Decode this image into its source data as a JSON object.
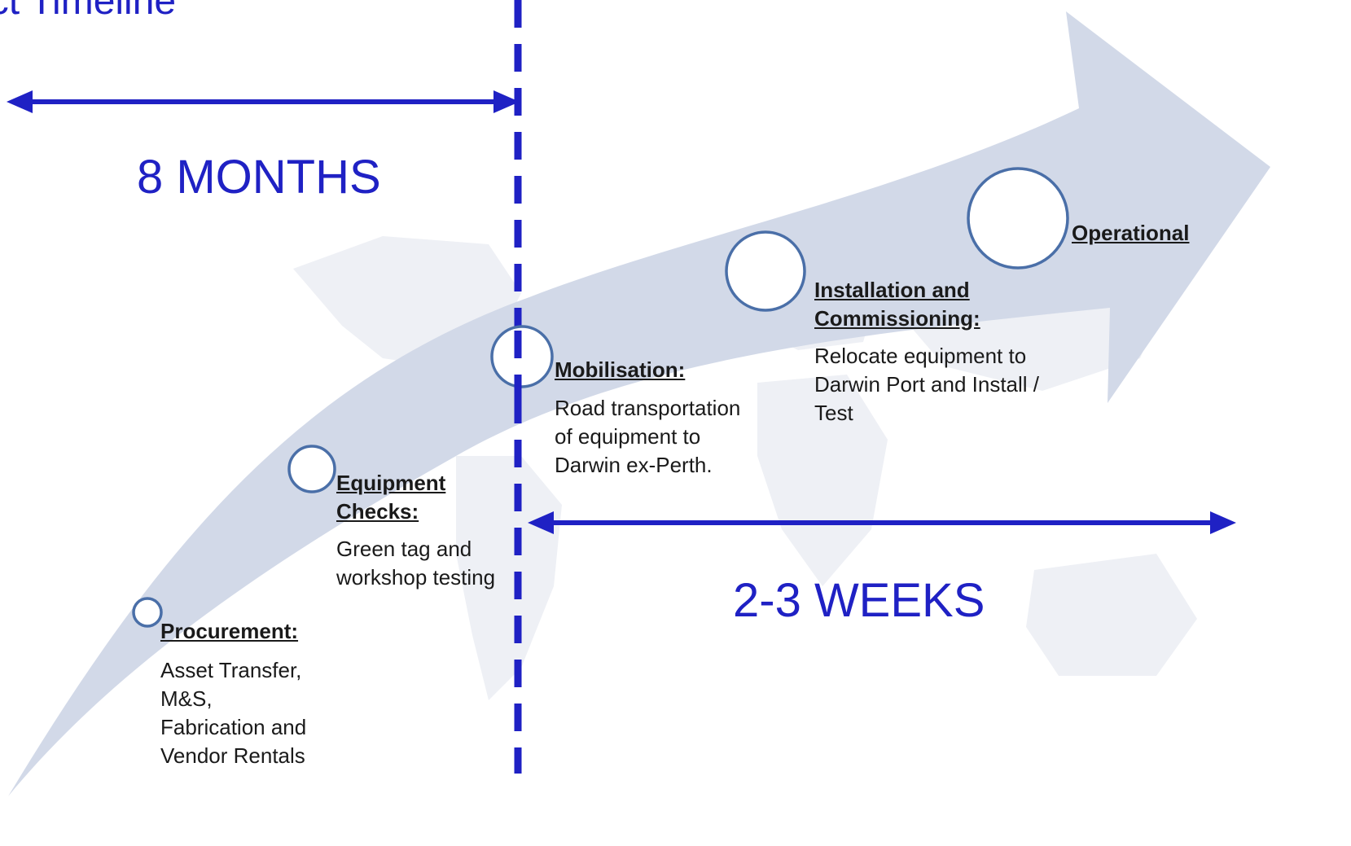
{
  "title": "ect Timeline",
  "durations": {
    "first_phase": "8 MONTHS",
    "second_phase": "2-3 WEEKS"
  },
  "stages": [
    {
      "id": "procurement",
      "title": "Procurement:",
      "description": "Asset Transfer,\nM&S,\nFabrication and\nVendor Rentals"
    },
    {
      "id": "equipment-checks",
      "title": "Equipment\nChecks:",
      "description": "Green tag and\nworkshop testing"
    },
    {
      "id": "mobilisation",
      "title": "Mobilisation:",
      "description": "Road transportation\nof equipment to\nDarwin ex-Perth."
    },
    {
      "id": "installation",
      "title": "Installation and\nCommissioning:",
      "description": "Relocate equipment to\nDarwin Port and Install /\nTest"
    },
    {
      "id": "operational",
      "title": "Operational",
      "description": ""
    }
  ],
  "colors": {
    "accent_blue": "#1f21c4",
    "arrow_fill": "#d2d9e8",
    "milestone_ring": "#4a6fa8",
    "map_tint": "#eef0f5"
  },
  "icons": {
    "milestone": "circle-outline",
    "duration_arrow": "double-headed-arrow",
    "divider": "dashed-vertical-line"
  }
}
